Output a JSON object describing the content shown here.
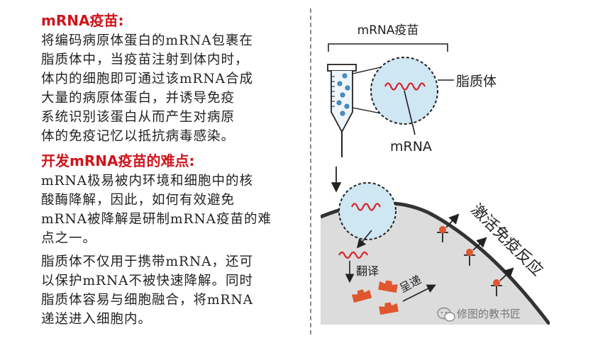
{
  "left": {
    "heading1": "mRNA疫苗:",
    "para1": "将编码病原体蛋白的mRNA包裹在\n脂质体中，当疫苗注射到体内时，\n体内的细胞即可通过该mRNA合成\n大量的病原体蛋白，并诱导免疫\n系统识别该蛋白从而产生对病原\n体的免疫记忆以抵抗病毒感染。",
    "heading2": "开发mRNA疫苗的难点:",
    "para2": "mRNA极易被内环境和细胞中的核\n酸酶降解，因此，如何有效避免\nmRNA被降解是研制mRNA疫苗的难\n点之一。",
    "para3": "脂质体不仅用于携带mRNA，还可\n以保护mRNA不被快速降解。同时\n脂质体容易与细胞融合，将mRNA\n递送进入细胞内。"
  },
  "figure": {
    "vaccine_label": "mRNA疫苗",
    "liposome_label": "脂质体",
    "mrna_label": "mRNA",
    "translate_label": "翻译",
    "present_label": "呈递",
    "immune_label": "激活免疫反应",
    "watermark": "修图的教书匠"
  },
  "colors": {
    "heading": "#d0141c",
    "liposome_fill": "#cfe6f3",
    "mrna_strand": "#d8232a",
    "protein": "#e0562e",
    "cell_fill": "#dcdcdc"
  }
}
